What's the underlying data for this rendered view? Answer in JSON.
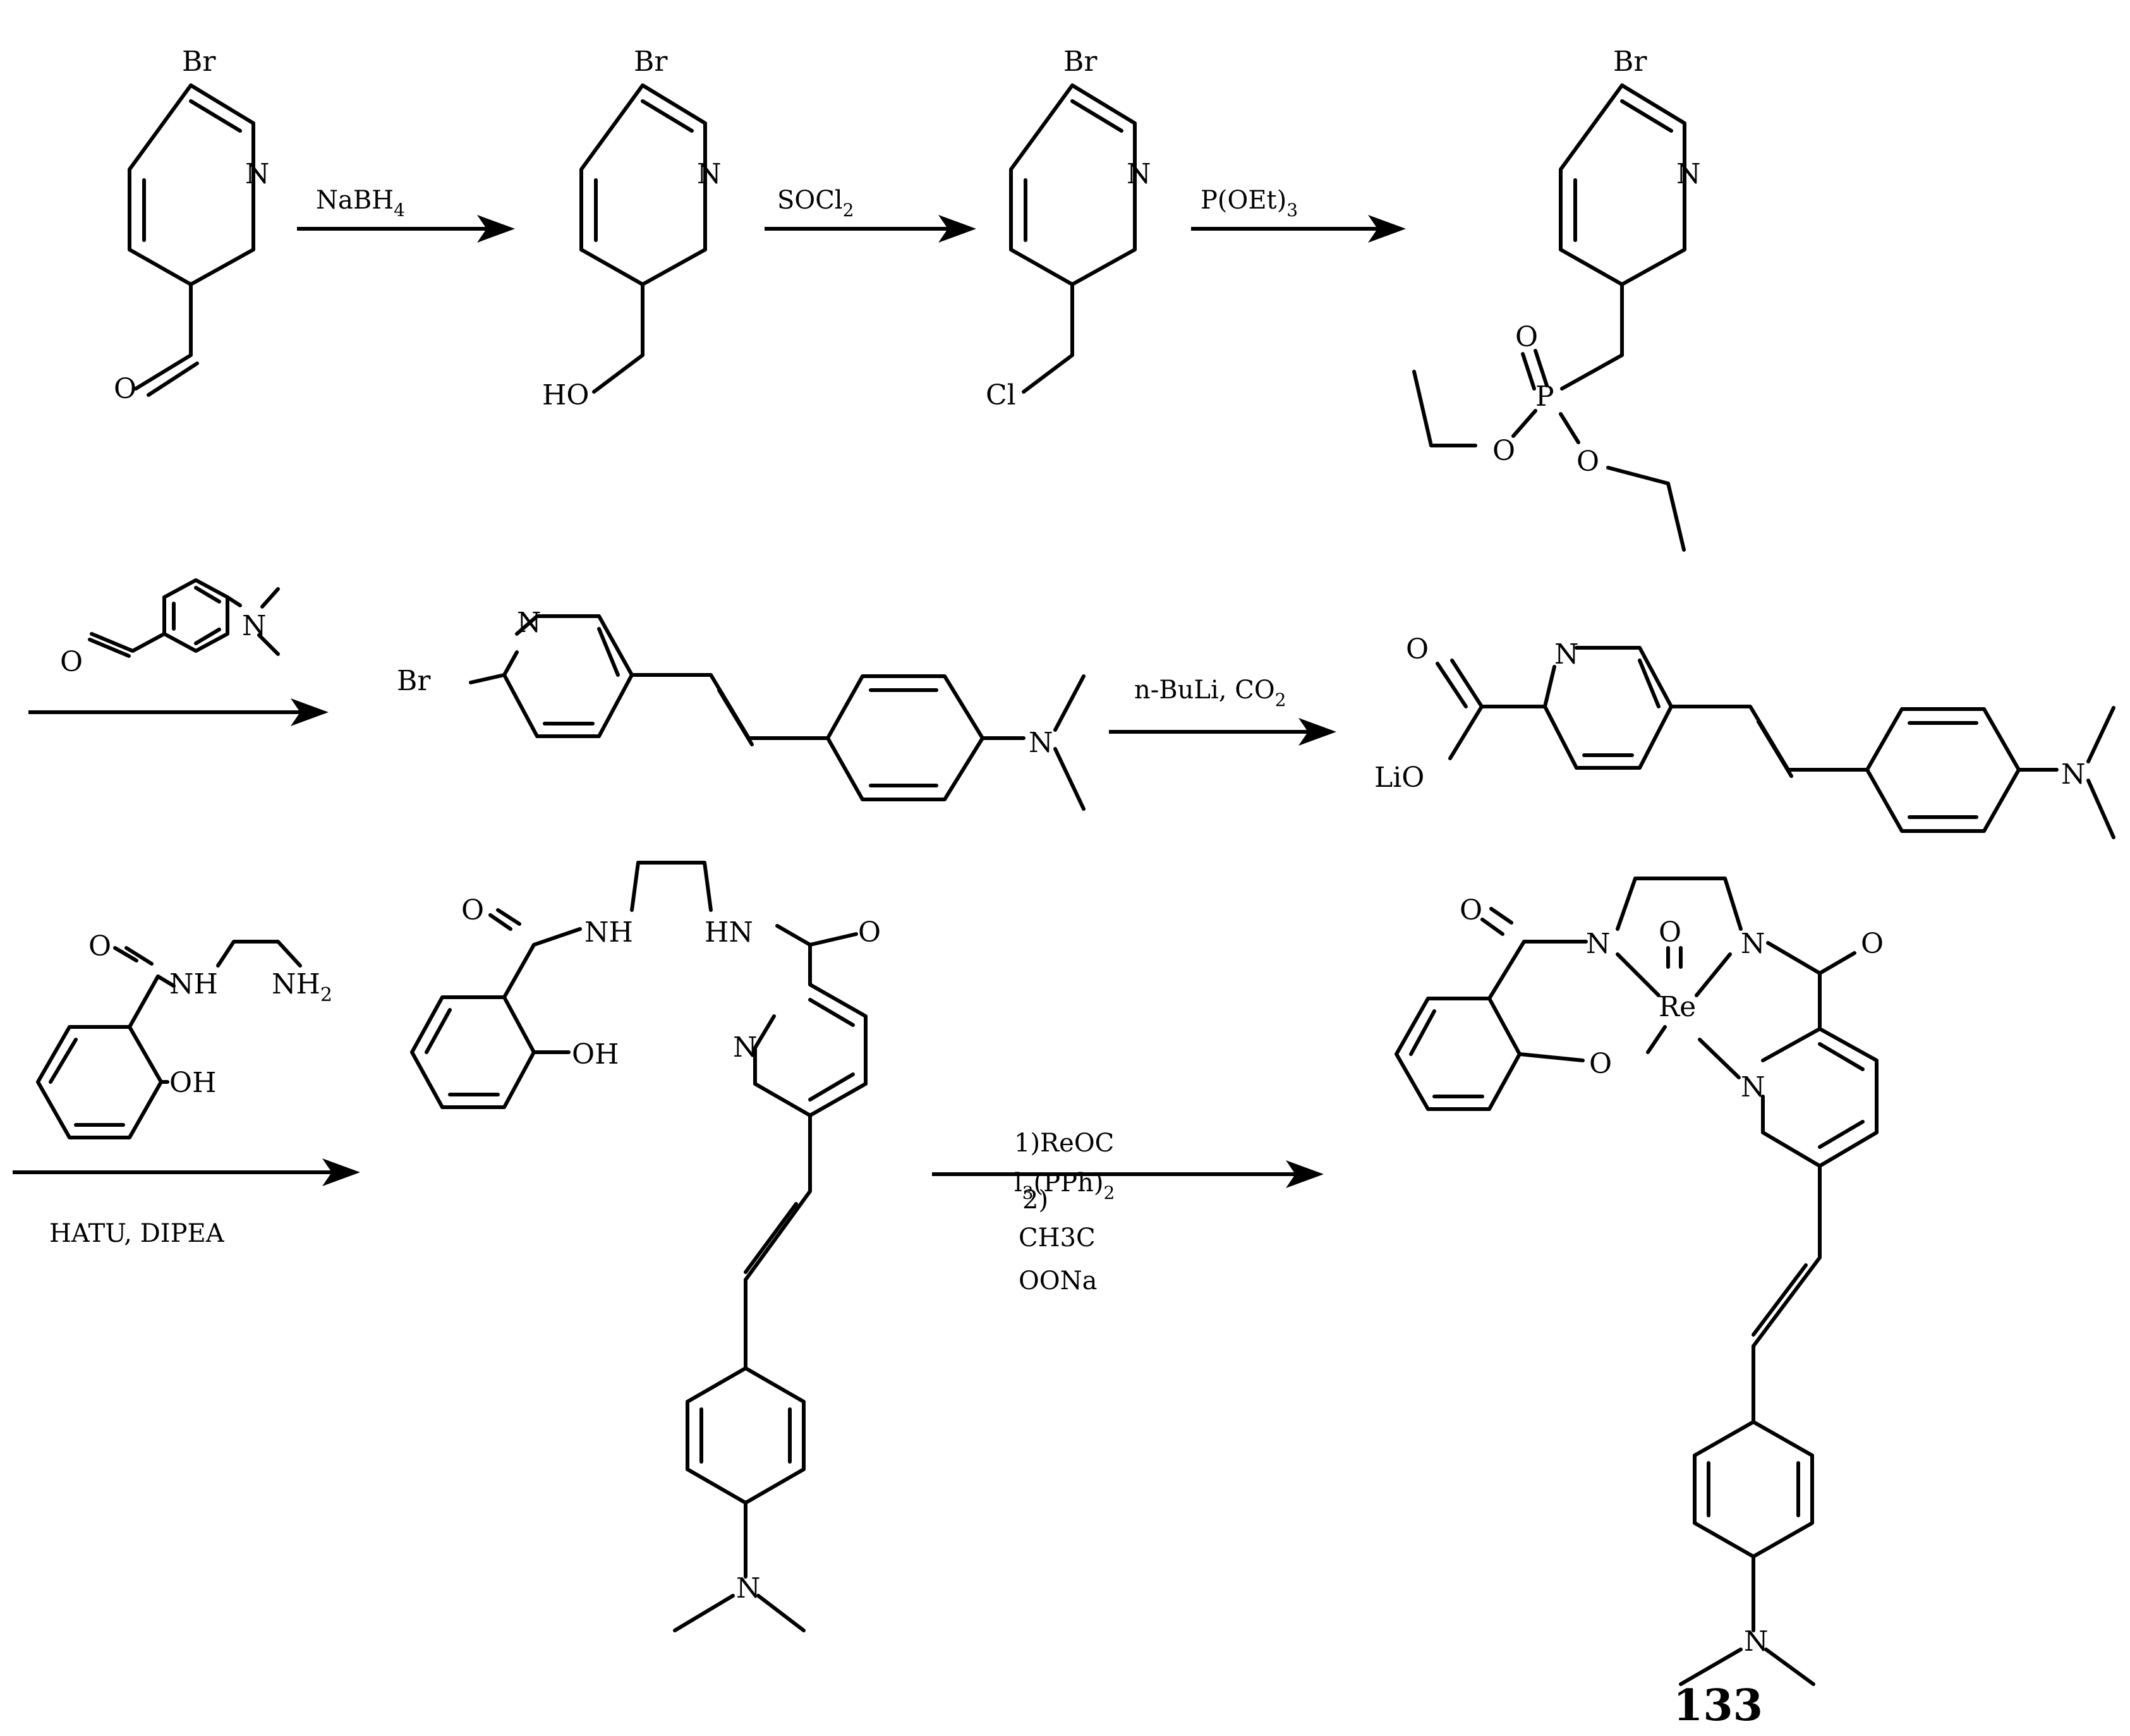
{
  "atom_labels": {
    "br": "Br",
    "n": "N",
    "o": "O",
    "ho": "HO",
    "cl": "Cl",
    "p": "P",
    "oh": "OH",
    "nh": "NH",
    "hn": "HN",
    "nh2": "NH",
    "nh2_sub": "2",
    "lio": "LiO",
    "re": "Re"
  },
  "reagents": {
    "step1": "NaBH",
    "step1_sub": "4",
    "step2": "SOCl",
    "step2_sub": "2",
    "step3": "P(OEt)",
    "step3_sub": "3",
    "step5": "n-BuLi, CO",
    "step5_sub": "2",
    "step6": "HATU, DIPEA",
    "step7_l1": "1)ReOC",
    "step7_l2a": "l",
    "step7_l2b": "3",
    "step7_l2c": "(PPh)",
    "step7_l2d": "2",
    "step7_l2e": "2)",
    "step7_l3": "CH3C",
    "step7_l4": "OONa"
  },
  "compound_number": "133"
}
